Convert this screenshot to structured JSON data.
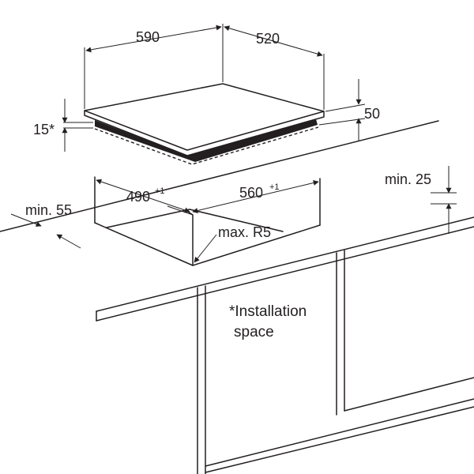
{
  "dimensions": {
    "hob_width": "590",
    "hob_depth": "520",
    "hob_height": "50",
    "hob_clearance": "15*",
    "cutout_width": "560",
    "cutout_width_tolerance": "+1",
    "cutout_depth": "490",
    "cutout_depth_tolerance": "+1",
    "front_min": "min. 55",
    "rear_min": "min. 25",
    "corner_radius": "max. R5"
  },
  "note": {
    "line1": "*Installation",
    "line2": "space"
  },
  "colors": {
    "line": "#231f20",
    "hob_underside": "#231f20",
    "background": "#ffffff"
  }
}
